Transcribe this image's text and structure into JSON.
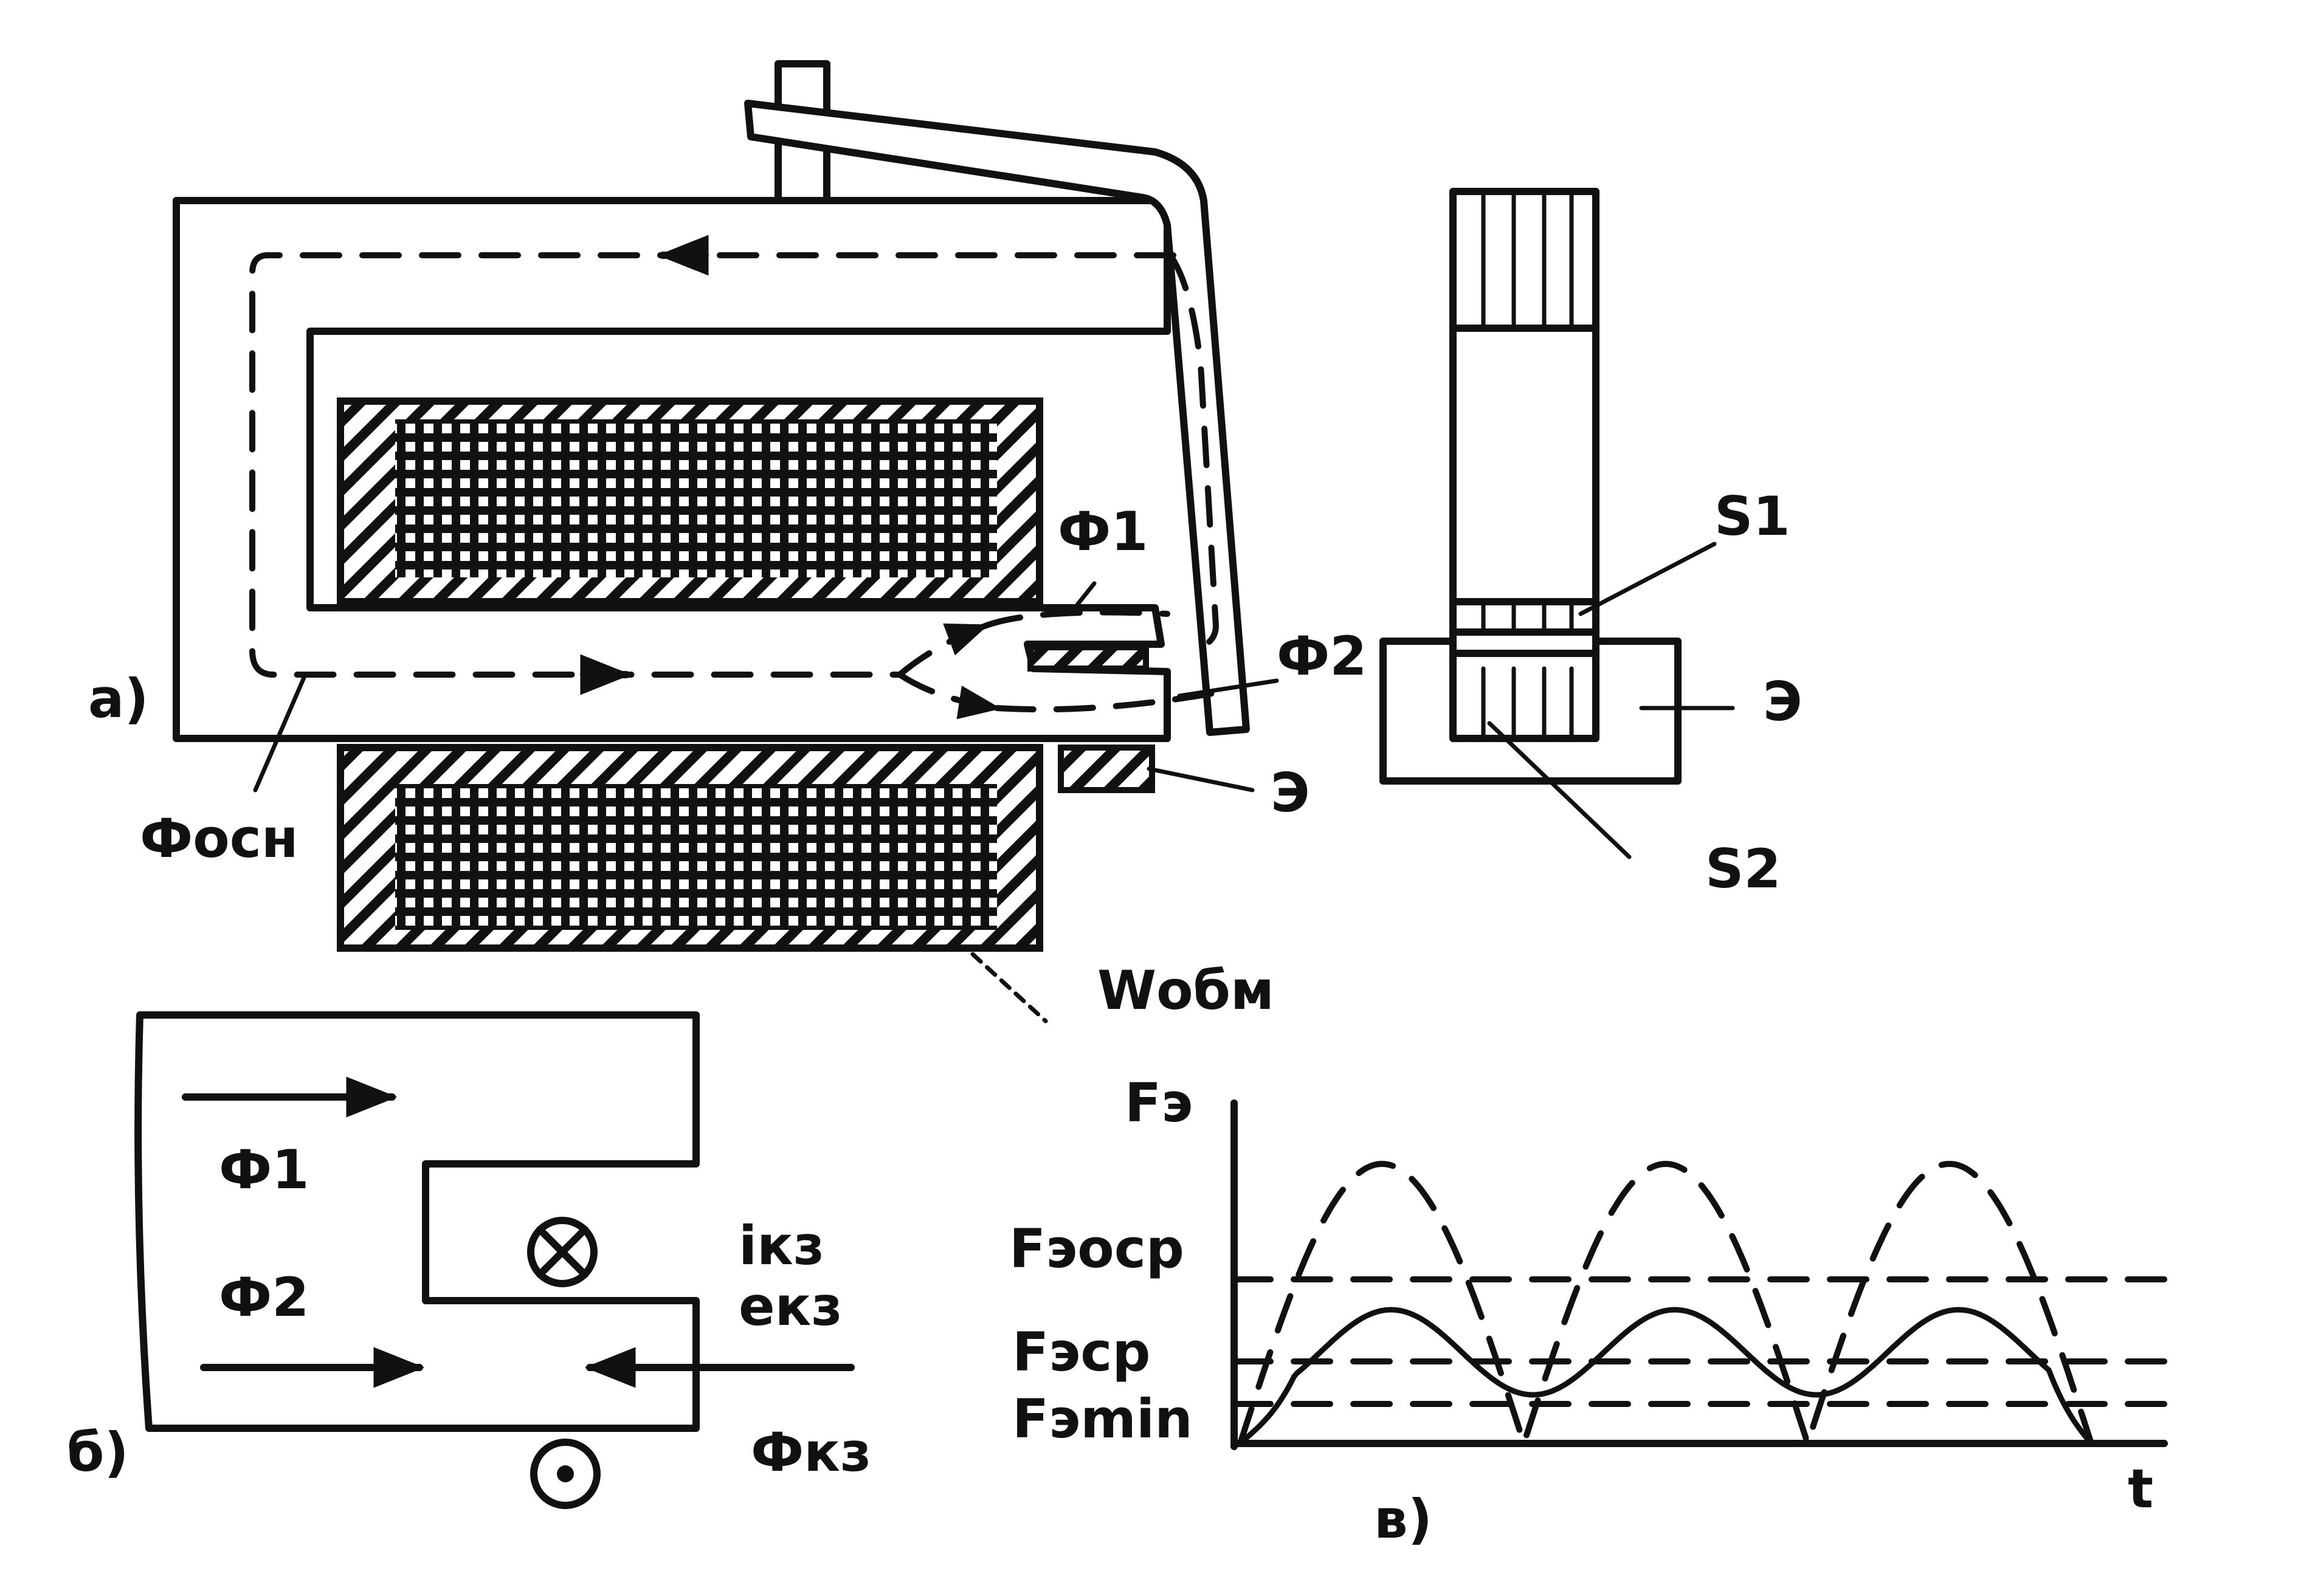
{
  "labels": {
    "panel_a": "а)",
    "panel_b": "б)",
    "panel_c": "в)",
    "phi_main": "Фосн",
    "phi1": "Ф1",
    "phi2": "Ф2",
    "shading_coil_a": "Э",
    "shading_coil_side": "Э",
    "s1": "S1",
    "s2": "S2",
    "winding": "Wобм",
    "b_phi1": "Ф1",
    "b_phi2": "Ф2",
    "b_i_sc": "iкз",
    "b_e_sc": "eкз",
    "b_phi_sc": "Фкз"
  },
  "chart_data": {
    "type": "line",
    "xlabel": "t",
    "ylabel": "Fэ",
    "levels": {
      "Fэоср": "Fэоср",
      "Fэср": "Fэср",
      "Fэmin": "Fэmin"
    },
    "series": [
      {
        "style": "dashed"
      },
      {
        "style": "solid"
      }
    ],
    "grid": false
  },
  "colors": {
    "ink": "#111111",
    "paper": "#ffffff"
  }
}
